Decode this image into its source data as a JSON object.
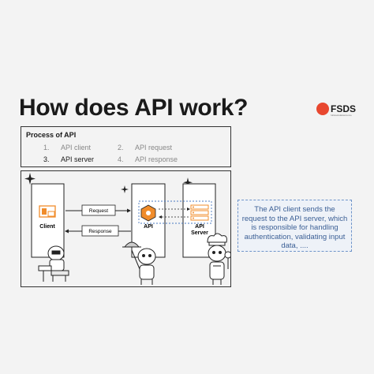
{
  "title": "How does API work?",
  "brand": {
    "name": "FSDS",
    "tagline": "fullstackdatascience"
  },
  "process": {
    "heading": "Process of API",
    "steps": [
      {
        "num": "1.",
        "label": "API client",
        "active": false
      },
      {
        "num": "2.",
        "label": "API request",
        "active": false
      },
      {
        "num": "3.",
        "label": "API server",
        "active": true
      },
      {
        "num": "4.",
        "label": "API response",
        "active": false
      }
    ]
  },
  "diagram": {
    "client_label": "Client",
    "api_label": "API",
    "server_label_line1": "API",
    "server_label_line2": "Server",
    "request_label": "Request",
    "response_label": "Response"
  },
  "callout": {
    "text": "The API client sends the request to the API server, which is responsible for handling authentication, validating input data, ...."
  },
  "colors": {
    "accent_orange": "#f08c2b",
    "accent_blue": "#3b5f95",
    "brand_red": "#e8472f"
  }
}
